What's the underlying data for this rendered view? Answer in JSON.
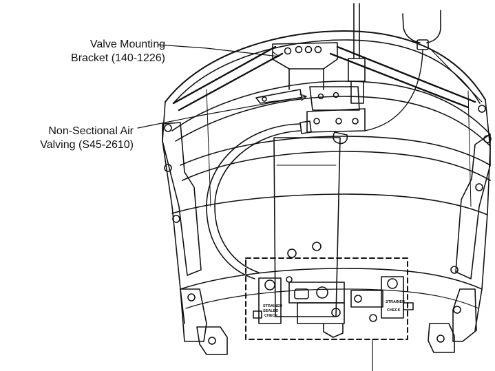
{
  "callouts": {
    "valve_bracket": {
      "line1": "Valve Mounting",
      "line2": "Bracket (140-1226)"
    },
    "air_valving": {
      "line1": "Non-Sectional Air",
      "line2": "Valving (S45-2610)"
    }
  },
  "valve_labels": {
    "left_valve": [
      "STRAINER",
      "SEALED",
      "CHECK"
    ],
    "right_valve": [
      "STRAINER",
      "CHECK"
    ]
  },
  "colors": {
    "line": "#111111",
    "background": "#ffffff"
  }
}
